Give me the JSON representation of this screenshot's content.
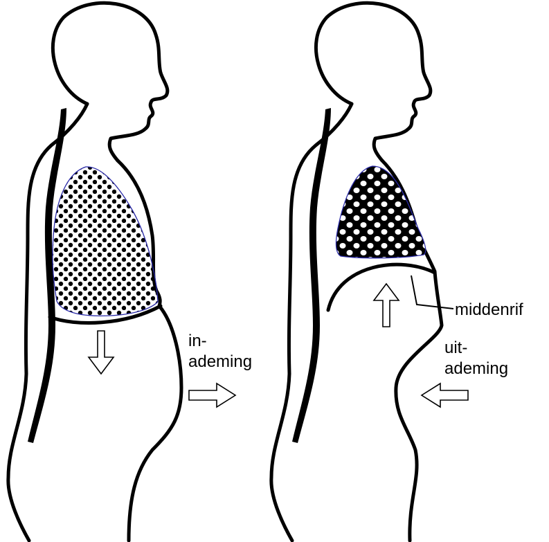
{
  "labels": {
    "inhale": [
      "in-",
      "ademing"
    ],
    "exhale": [
      "uit-",
      "ademing"
    ],
    "diaphragm": "middenrif"
  },
  "colors": {
    "outline": "#000000",
    "lung_border": "#2a2aa8",
    "background": "#ffffff"
  },
  "icons": {
    "inhale_diaphragm_arrow": "arrow-down",
    "inhale_abdomen_arrow": "arrow-right",
    "exhale_diaphragm_arrow": "arrow-up",
    "exhale_abdomen_arrow": "arrow-left"
  }
}
